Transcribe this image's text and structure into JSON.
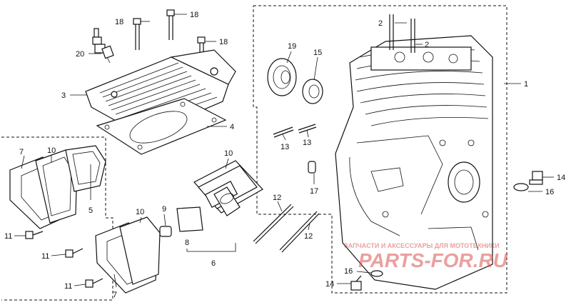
{
  "callouts": {
    "c1": "1",
    "c2a": "2",
    "c2b": "2",
    "c3": "3",
    "c4": "4",
    "c5": "5",
    "c6": "6",
    "c7a": "7",
    "c7b": "7",
    "c8": "8",
    "c9": "9",
    "c10a": "10",
    "c10b": "10",
    "c10c": "10",
    "c11a": "11",
    "c11b": "11",
    "c11c": "11",
    "c12a": "12",
    "c12b": "12",
    "c13a": "13",
    "c13b": "13",
    "c14a": "14",
    "c14b": "14",
    "c15": "15",
    "c16a": "16",
    "c16b": "16",
    "c17": "17",
    "c18a": "18",
    "c18b": "18",
    "c18c": "18",
    "c19": "19",
    "c20": "20"
  },
  "watermark": {
    "line1": "ЗАПЧАСТИ И АКСЕССУАРЫ ДЛЯ МОТОТЕХНИКИ",
    "line2": "PARTS-FOR.RU",
    "color": "#d9534f"
  }
}
